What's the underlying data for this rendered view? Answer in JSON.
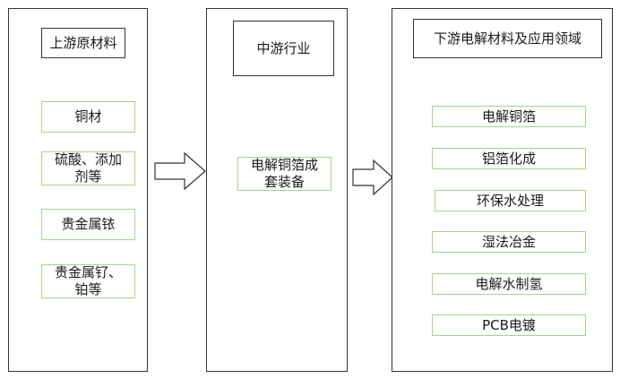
{
  "upstream": {
    "title": "上游原材料",
    "items": [
      "铜材",
      "硫酸、添加\n剂等",
      "贵金属铱",
      "贵金属钌、\n铂等"
    ]
  },
  "midstream": {
    "title": "中游行业",
    "items": [
      "电解铜箔成\n套装备"
    ]
  },
  "downstream": {
    "title": "下游电解材料及应用领域",
    "items": [
      "电解铜箔",
      "铝箔化成",
      "环保水处理",
      "湿法冶金",
      "电解水制氢",
      "PCB电镀"
    ]
  },
  "colors": {
    "panel_border": "#333333",
    "item_border": "#a9d18e"
  }
}
